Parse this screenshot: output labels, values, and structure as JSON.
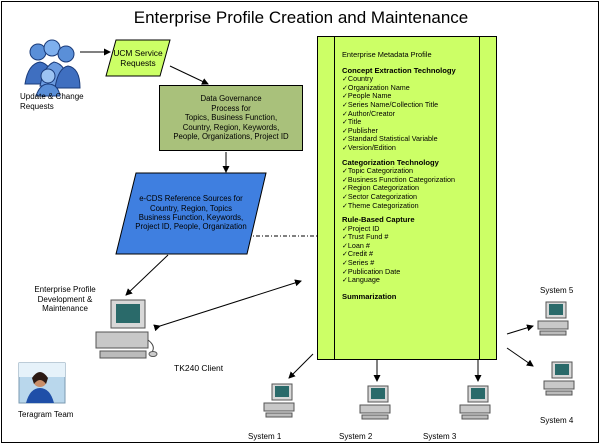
{
  "title": "Enterprise Profile Creation and Maintenance",
  "labels": {
    "update_requests": "Update & Change Requests",
    "ucm": "UCM Service Requests",
    "governance": "Data Governance\nProcess for\nTopics, Business Function,\nCountry, Region, Keywords,\nPeople, Organizations, Project ID",
    "ecds": "e-CDS Reference Sources for\nCountry, Region, Topics\nBusiness Function,  Keywords,\nProject ID, People, Organization",
    "ep_dev": "Enterprise Profile Development & Maintenance",
    "client": "TK240 Client",
    "teragram": "Teragram Team"
  },
  "systems": [
    "System 1",
    "System 2",
    "System 3",
    "System 4",
    "System 5"
  ],
  "metadata": {
    "title": "Enterprise Metadata Profile",
    "sections": [
      {
        "heading": "Concept Extraction Technology",
        "items": [
          "Country",
          "Organization Name",
          "People Name",
          "Series Name/Collection Title",
          "Author/Creator",
          "Title",
          "Publisher",
          "Standard Statistical Variable",
          "Version/Edition"
        ]
      },
      {
        "heading": "Categorization Technology",
        "items": [
          "Topic Categorization",
          "Business Function Categorization",
          "Region Categorization",
          "Sector Categorization",
          "Theme Categorization"
        ]
      },
      {
        "heading": "Rule-Based Capture",
        "items": [
          "Project ID",
          "Trust Fund #",
          "Loan #",
          "Credit #",
          "Series #",
          "Publication Date",
          "Language"
        ]
      },
      {
        "heading": "Summarization",
        "items": []
      }
    ]
  },
  "colors": {
    "highlight_green": "#ccff66",
    "governance_green": "#a9c17b",
    "reference_blue": "#3f7fe0"
  }
}
